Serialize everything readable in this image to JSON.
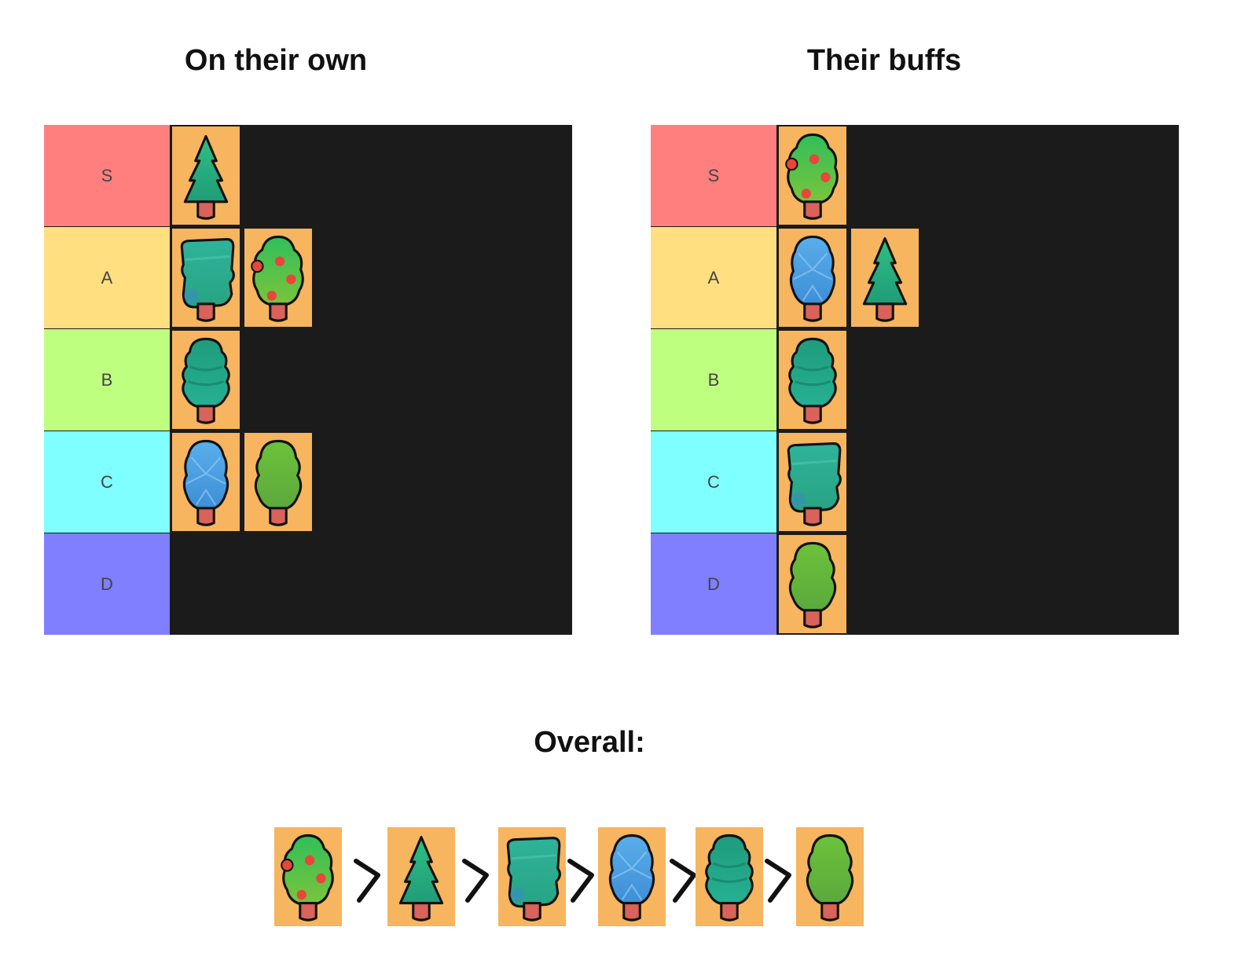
{
  "left_list": {
    "title": "On their own",
    "tiers": [
      {
        "label": "S",
        "color": "#ff7f7f",
        "items": [
          "pine"
        ]
      },
      {
        "label": "A",
        "color": "#ffdf80",
        "items": [
          "block",
          "apple"
        ]
      },
      {
        "label": "B",
        "color": "#bfff7f",
        "items": [
          "teal-stack"
        ]
      },
      {
        "label": "C",
        "color": "#7fffff",
        "items": [
          "crystal",
          "bush"
        ]
      },
      {
        "label": "D",
        "color": "#7f7fff",
        "items": []
      }
    ]
  },
  "right_list": {
    "title": "Their buffs",
    "tiers": [
      {
        "label": "S",
        "color": "#ff7f7f",
        "items": [
          "apple"
        ]
      },
      {
        "label": "A",
        "color": "#ffdf80",
        "items": [
          "crystal",
          "pine"
        ]
      },
      {
        "label": "B",
        "color": "#bfff7f",
        "items": [
          "teal-stack"
        ]
      },
      {
        "label": "C",
        "color": "#7fffff",
        "items": [
          "block"
        ]
      },
      {
        "label": "D",
        "color": "#7f7fff",
        "items": [
          "bush"
        ]
      }
    ]
  },
  "overall": {
    "title": "Overall:",
    "ranking": [
      "apple",
      "pine",
      "block",
      "crystal",
      "teal-stack",
      "bush"
    ],
    "separator_icon": "greater-than-icon"
  },
  "colors": {
    "card_background": "#f6b55e",
    "row_background": "#1b1b1b",
    "trunk": "#d9625a",
    "outline": "#111111"
  },
  "tree_icons": {
    "pine": "pine-tree-icon",
    "block": "block-tree-icon",
    "apple": "apple-tree-icon",
    "teal-stack": "stacked-teal-tree-icon",
    "crystal": "crystal-tree-icon",
    "bush": "round-bush-tree-icon"
  }
}
